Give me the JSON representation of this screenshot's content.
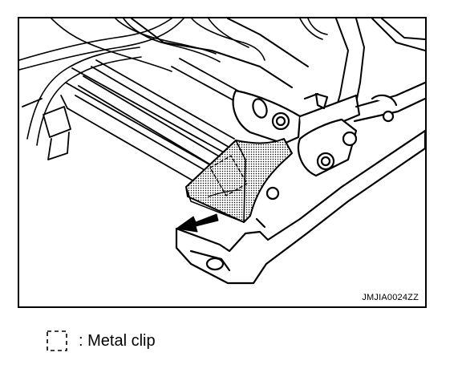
{
  "figure": {
    "code": "JMJIA0024ZZ"
  },
  "legend": {
    "symbol": "dashed-rectangle",
    "text": ": Metal clip"
  }
}
